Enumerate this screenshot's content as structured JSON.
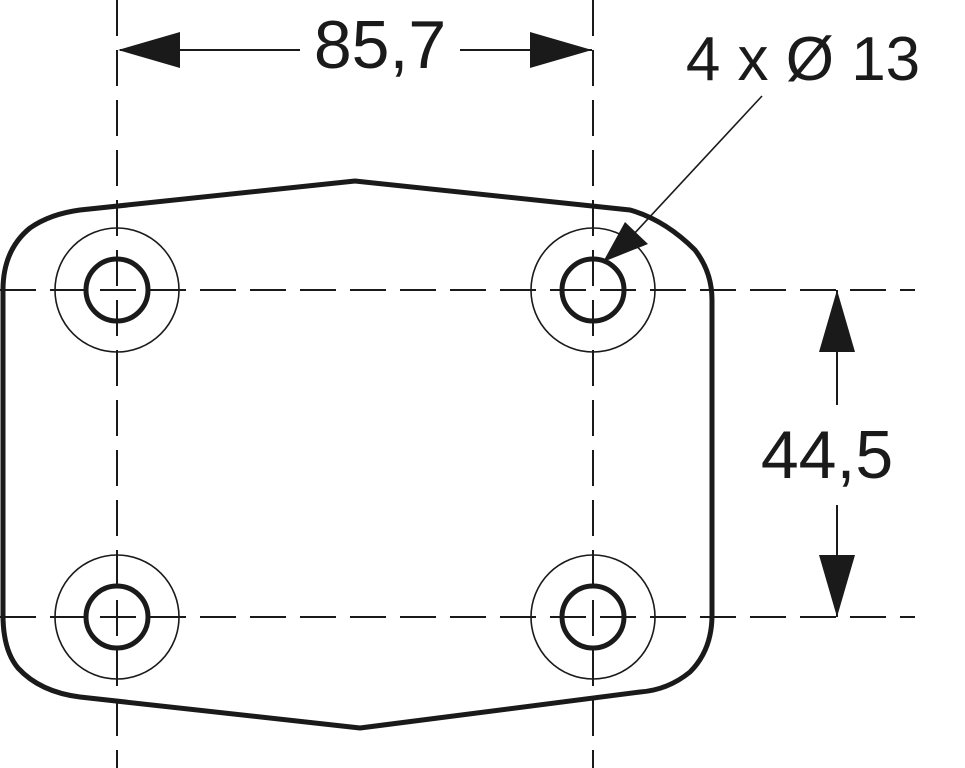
{
  "drawing": {
    "horizontal_dimension": "85,7",
    "vertical_dimension": "44,5",
    "hole_callout": "4 x Ø 13",
    "hole_count": 4,
    "line_color": "#1a1a1a"
  }
}
